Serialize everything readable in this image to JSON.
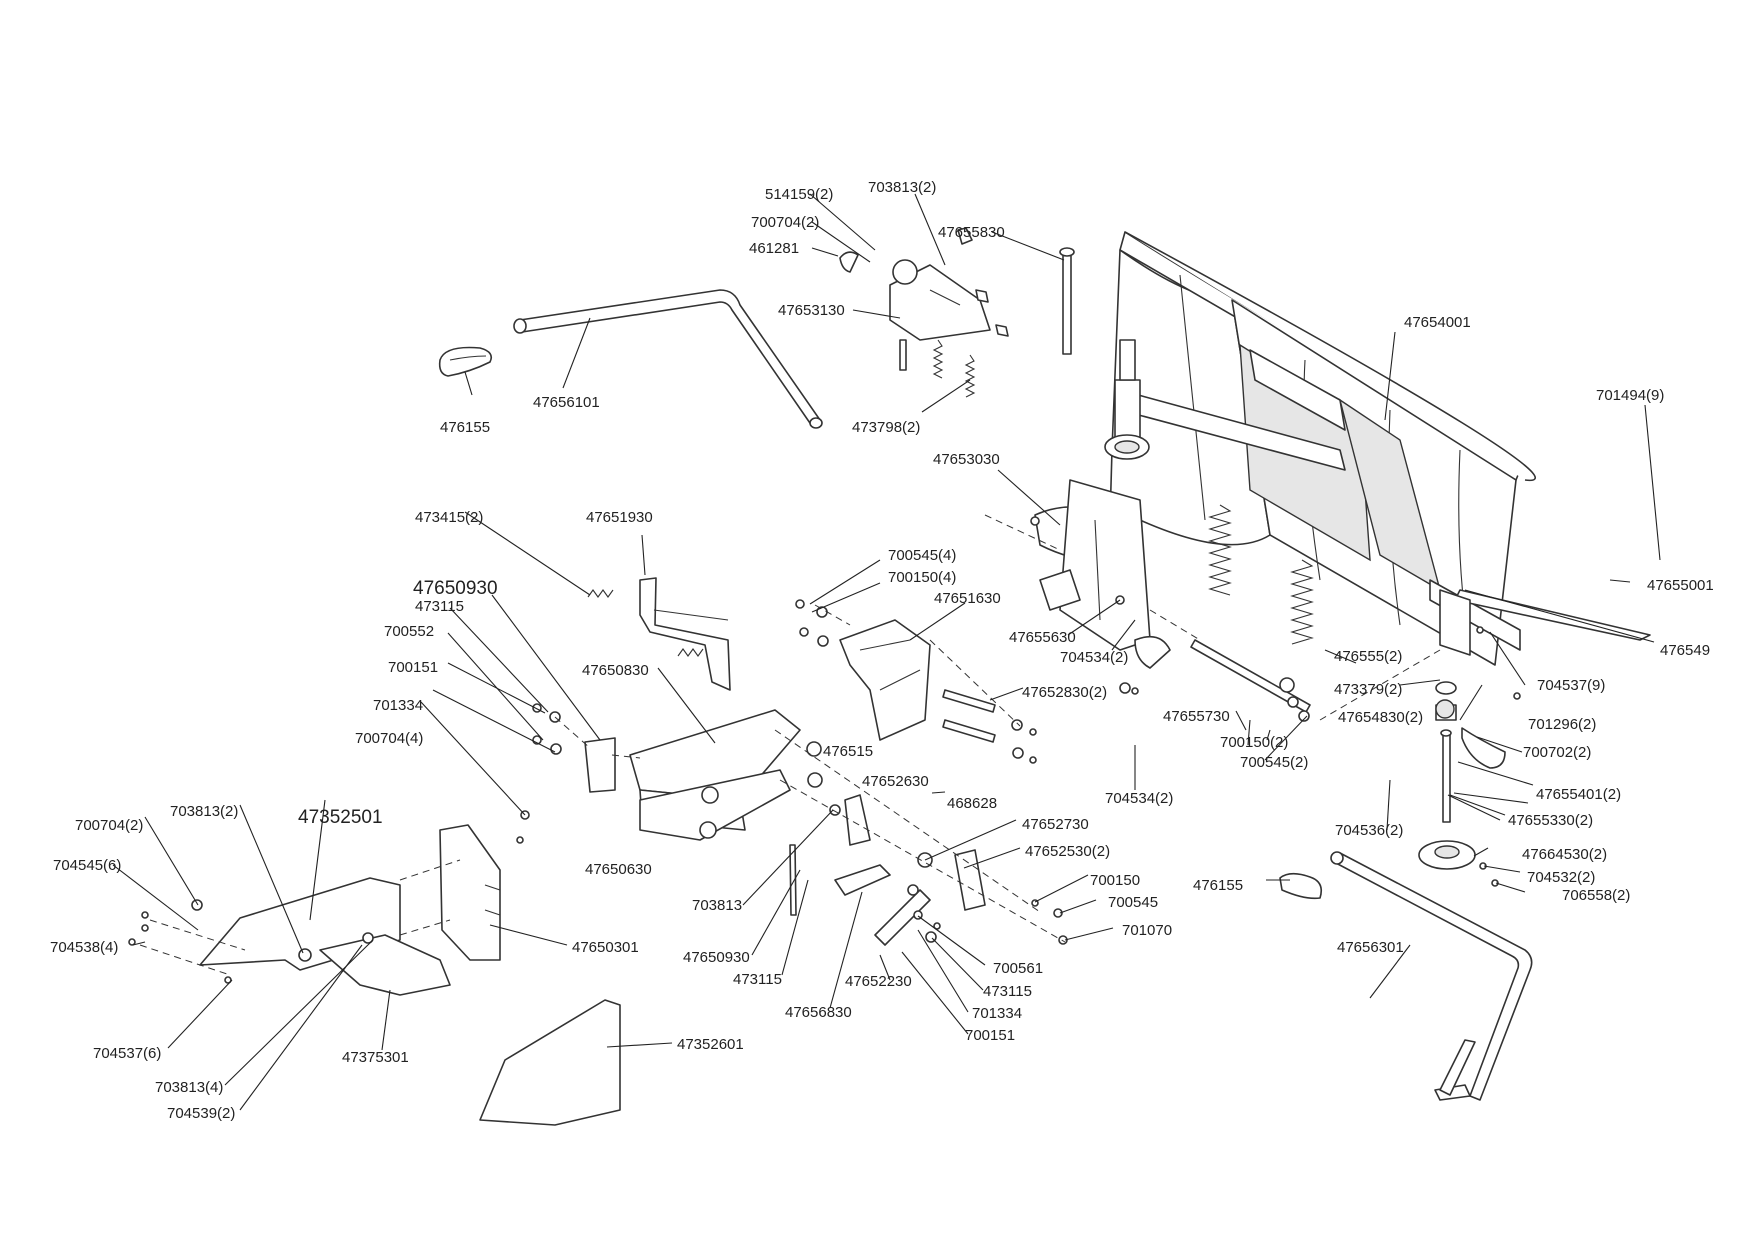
{
  "labels": {
    "l514159": "514159(2)",
    "l703813_top": "703813(2)",
    "l700704_top": "700704(2)",
    "l47655830": "47655830",
    "l461281": "461281",
    "l47653130": "47653130",
    "l47654001": "47654001",
    "l476155_left": "476155",
    "l47656101": "47656101",
    "l473798": "473798(2)",
    "l701494": "701494(9)",
    "l47653030": "47653030",
    "l473415": "473415(2)",
    "l47651930": "47651930",
    "l700545_4": "700545(4)",
    "l700150_4": "700150(4)",
    "l47650930_a": "47650930",
    "l473115_a": "473115",
    "l47651630": "47651630",
    "l47655630": "47655630",
    "l700552": "700552",
    "l704534_a": "704534(2)",
    "l47655001": "47655001",
    "l476555": "476555(2)",
    "l476549": "476549",
    "l700151_a": "700151",
    "l47650830": "47650830",
    "l47652830": "47652830(2)",
    "l704537_9": "704537(9)",
    "l473379": "473379(2)",
    "l701334_a": "701334",
    "l47655730": "47655730",
    "l701296": "701296(2)",
    "l47654830": "47654830(2)",
    "l700704_4": "700704(4)",
    "l476515": "476515",
    "l700150_2": "700150(2)",
    "l700702": "700702(2)",
    "l700545_2": "700545(2)",
    "l47652630": "47652630",
    "l468628": "468628",
    "l47655401": "47655401(2)",
    "l704534_b": "704534(2)",
    "l704536": "704536(2)",
    "l47655330": "47655330(2)",
    "l703813_mid": "703813(2)",
    "l47352501": "47352501",
    "l47652730": "47652730",
    "l700704_2": "700704(2)",
    "l47652530": "47652530(2)",
    "l47650630": "47650630",
    "l47664530": "47664530(2)",
    "l704545": "704545(6)",
    "l704532": "704532(2)",
    "l476155_right": "476155",
    "l700150_b": "700150",
    "l706558": "706558(2)",
    "l703813_c": "703813",
    "l700545_b": "700545",
    "l704538": "704538(4)",
    "l47650301": "47650301",
    "l701070": "701070",
    "l47656301": "47656301",
    "l47650930_b": "47650930",
    "l700561": "700561",
    "l473115_b": "473115",
    "l47652230": "47652230",
    "l473115_c": "473115",
    "l704537_6": "704537(6)",
    "l47375301": "47375301",
    "l701334_b": "701334",
    "l47656830": "47656830",
    "l700151_b": "700151",
    "l47352601": "47352601",
    "l703813_4": "703813(4)",
    "l704539": "704539(2)"
  }
}
